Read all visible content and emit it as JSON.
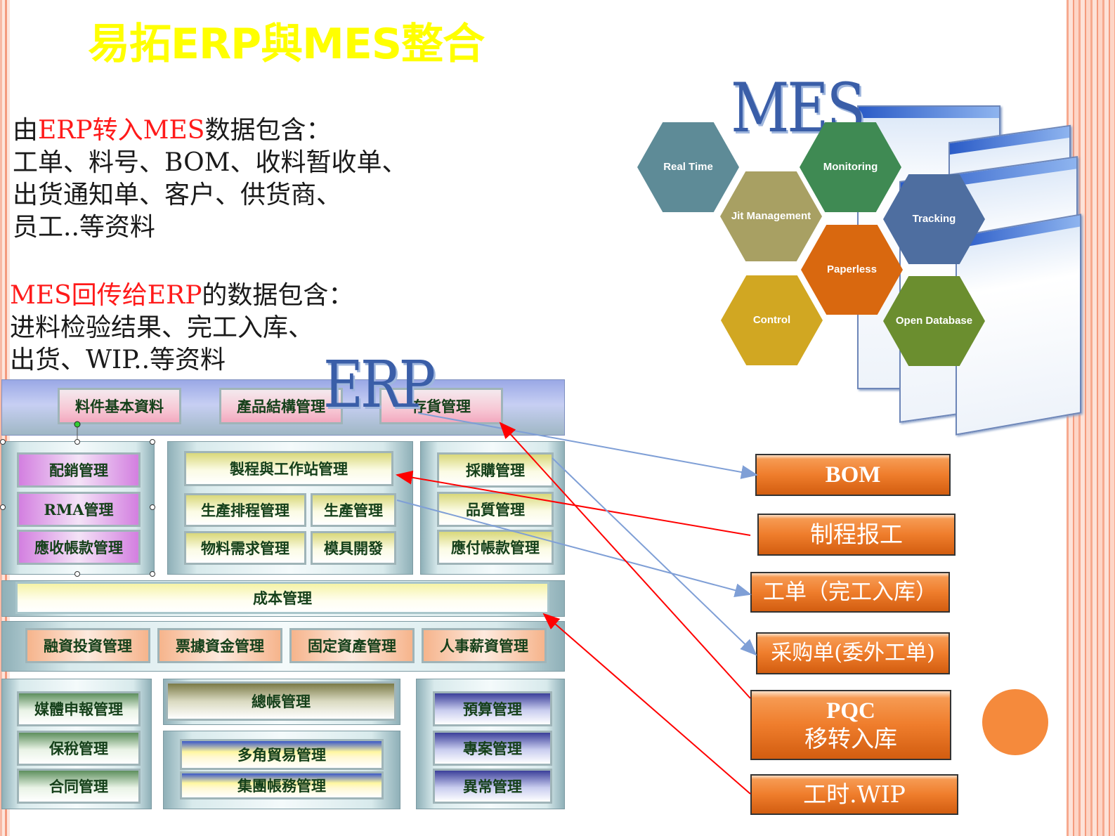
{
  "title": "易拓ERP與MES整合",
  "erp_to_mes": {
    "line1_prefix": "由",
    "line1_highlight": "ERP转入MES",
    "line1_suffix": "数据包含：",
    "line2": "工单、料号、BOM、收料暂收单、",
    "line3": "出货通知单、客户、供货商、",
    "line4": "员工..等资料"
  },
  "mes_to_erp": {
    "line1_highlight": "MES回传给ERP",
    "line1_suffix": "的数据包含：",
    "line2": "进料检验结果、完工入库、",
    "line3": "出货、WIP..等资料"
  },
  "mes_graphic": {
    "wordmark": "MES",
    "hexagons": [
      {
        "label": "Real Time",
        "color": "#5e8b97"
      },
      {
        "label": "Jit Management",
        "color": "#a8a063"
      },
      {
        "label": "Monitoring",
        "color": "#3f8a53"
      },
      {
        "label": "Tracking",
        "color": "#4e6ea0"
      },
      {
        "label": "Paperless",
        "color": "#d9680f"
      },
      {
        "label": "Control",
        "color": "#d1a722"
      },
      {
        "label": "Open Database",
        "color": "#6b8e2f"
      }
    ]
  },
  "erp_diagram": {
    "wordmark": "ERP",
    "top_row": [
      "料件基本資料",
      "產品結構管理",
      "存貨管理"
    ],
    "left_column": [
      "配銷管理",
      "RMA管理",
      "應收帳款管理"
    ],
    "center_block": {
      "header": "製程與工作站管理",
      "cells": [
        "生產排程管理",
        "生產管理",
        "物料需求管理",
        "模具開發"
      ]
    },
    "right_column": [
      "採購管理",
      "品質管理",
      "應付帳款管理"
    ],
    "cost_bar": "成本管理",
    "finance_row": [
      "融資投資管理",
      "票據資金管理",
      "固定資產管理",
      "人事薪資管理"
    ],
    "bottom_left": [
      "媒體申報管理",
      "保稅管理",
      "合同管理"
    ],
    "general_ledger": "總帳管理",
    "bottom_center": [
      "多角貿易管理",
      "集團帳務管理"
    ],
    "bottom_right": [
      "預算管理",
      "專案管理",
      "異常管理"
    ]
  },
  "data_boxes": {
    "bom": "BOM",
    "process_report": "制程报工",
    "work_order": "工单（完工入库）",
    "purchase_order": "采购单(委外工单)",
    "pqc_line1": "PQC",
    "pqc_line2": "移转入库",
    "labor_wip": "工时.WIP"
  },
  "colors": {
    "title": "#ffff00",
    "highlight_text": "#ff1a1a",
    "box_orange": "#ef7d2c",
    "arrow_red": "#ff0000",
    "arrow_blue": "#7f9fd6"
  }
}
